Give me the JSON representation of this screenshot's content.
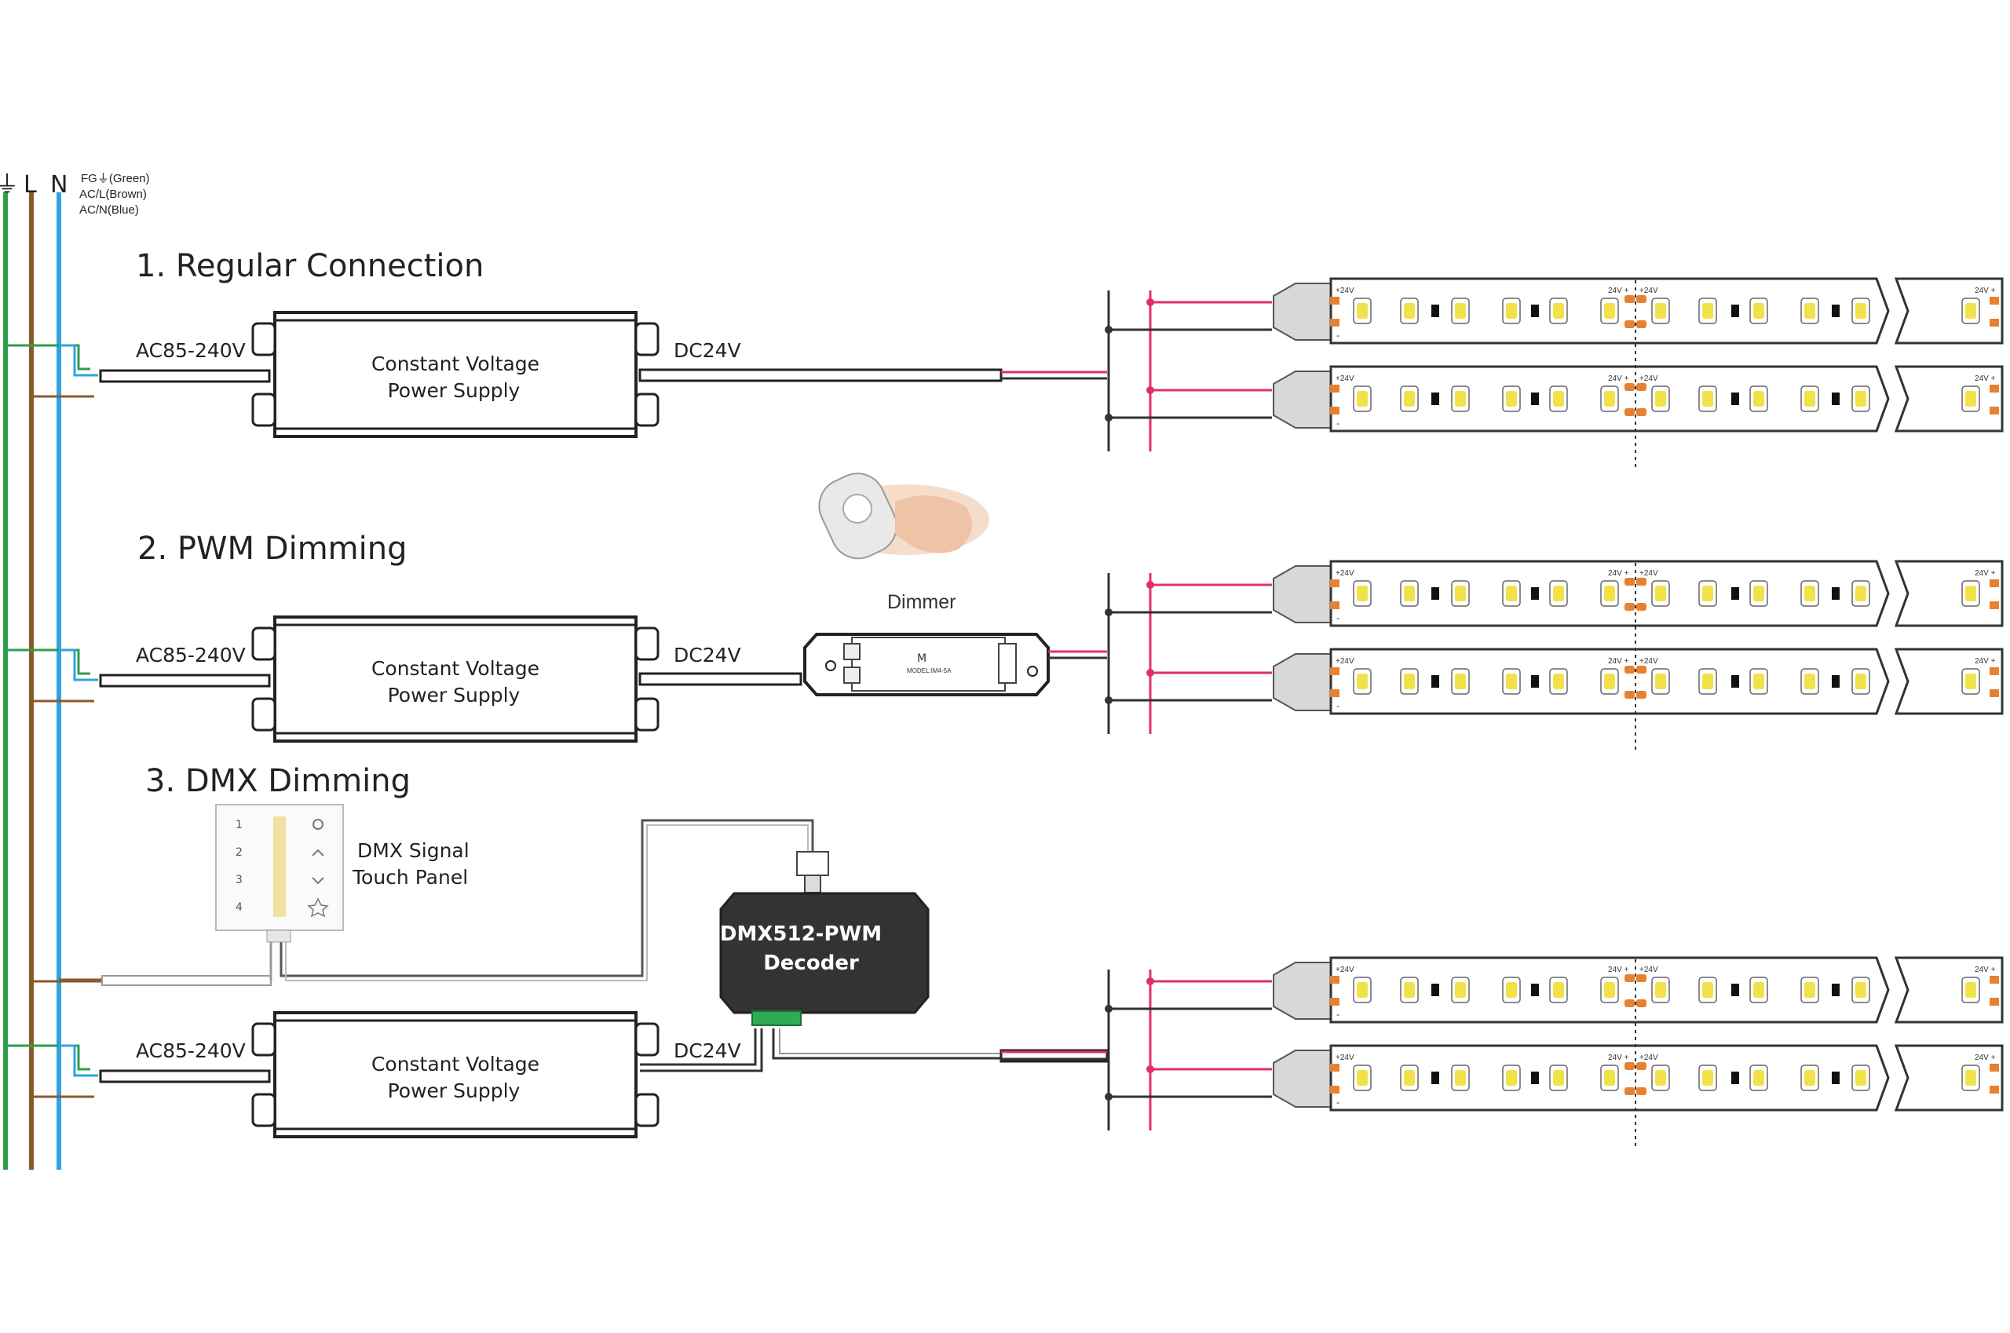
{
  "legend": {
    "symbols": [
      "⏚",
      "L",
      "N"
    ],
    "lines": [
      "FG⏚(Green)",
      "AC/L(Brown)",
      "AC/N(Blue)"
    ],
    "colors": {
      "ground": "#2e9e4a",
      "live": "#8b5a2b",
      "neutral": "#2ea3e0"
    }
  },
  "sections": [
    {
      "title": "1. Regular Connection",
      "input_label": "AC85-240V",
      "psu_line1": "Constant Voltage",
      "psu_line2": "Power Supply",
      "output_label": "DC24V"
    },
    {
      "title": "2. PWM Dimming",
      "input_label": "AC85-240V",
      "psu_line1": "Constant Voltage",
      "psu_line2": "Power Supply",
      "output_label": "DC24V"
    },
    {
      "title": "3. DMX Dimming",
      "input_label": "AC85-240V",
      "psu_line1": "Constant Voltage",
      "psu_line2": "Power Supply",
      "output_label": "DC24V"
    }
  ],
  "dimmer": {
    "label": "Dimmer",
    "brand": "M",
    "model": "MODEL:IM4-5A",
    "remote": "remote-control-icon"
  },
  "touch_panel": {
    "line1": "DMX Signal",
    "line2": "Touch Panel",
    "buttons": [
      "1",
      "2",
      "3",
      "4"
    ]
  },
  "decoder": {
    "line1": "DMX512-PWM",
    "line2": "Decoder"
  },
  "strip": {
    "start_mark": "+24V",
    "cut_left": "24V +",
    "cut_right": "+24V",
    "end_mark": "24V +",
    "minus": "-"
  },
  "colors": {
    "positive_wire": "#e0306e",
    "negative_wire": "#333333",
    "strip_outline": "#333333",
    "led_yellow": "#f2e24a",
    "pad_orange": "#e8812f",
    "decoder_body": "#333333"
  }
}
